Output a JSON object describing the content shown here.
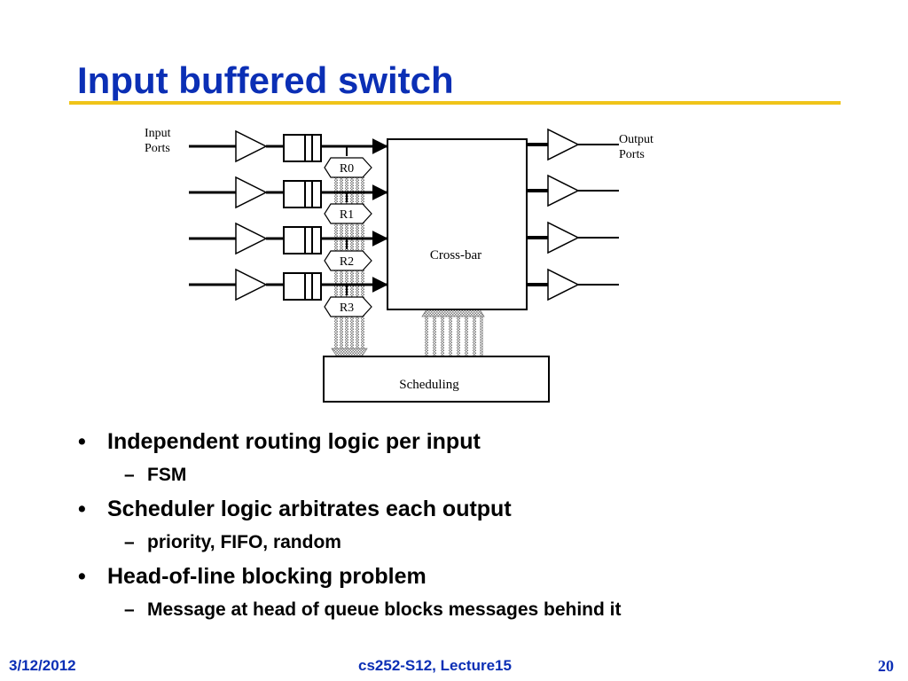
{
  "slide": {
    "title": "Input buffered switch"
  },
  "diagram": {
    "input_label_line1": "Input",
    "input_label_line2": "Ports",
    "output_label_line1": "Output",
    "output_label_line2": "Ports",
    "routers": [
      "R0",
      "R1",
      "R2",
      "R3"
    ],
    "crossbar_label": "Cross-bar",
    "scheduling_label": "Scheduling"
  },
  "bullets": [
    {
      "text": "Independent routing logic per input",
      "sub": "FSM"
    },
    {
      "text": "Scheduler logic arbitrates each output",
      "sub": "priority, FIFO, random"
    },
    {
      "text": "Head-of-line blocking problem",
      "sub": "Message at head of queue blocks messages behind it"
    }
  ],
  "bullet_marks": {
    "main": "•",
    "sub": "–"
  },
  "footer": {
    "date": "3/12/2012",
    "course": "cs252-S12, Lecture15",
    "page": "20"
  },
  "colors": {
    "title": "#0b2fb5",
    "title_rule": "#f0c419",
    "footer": "#0b2fb5",
    "text": "#000000"
  }
}
